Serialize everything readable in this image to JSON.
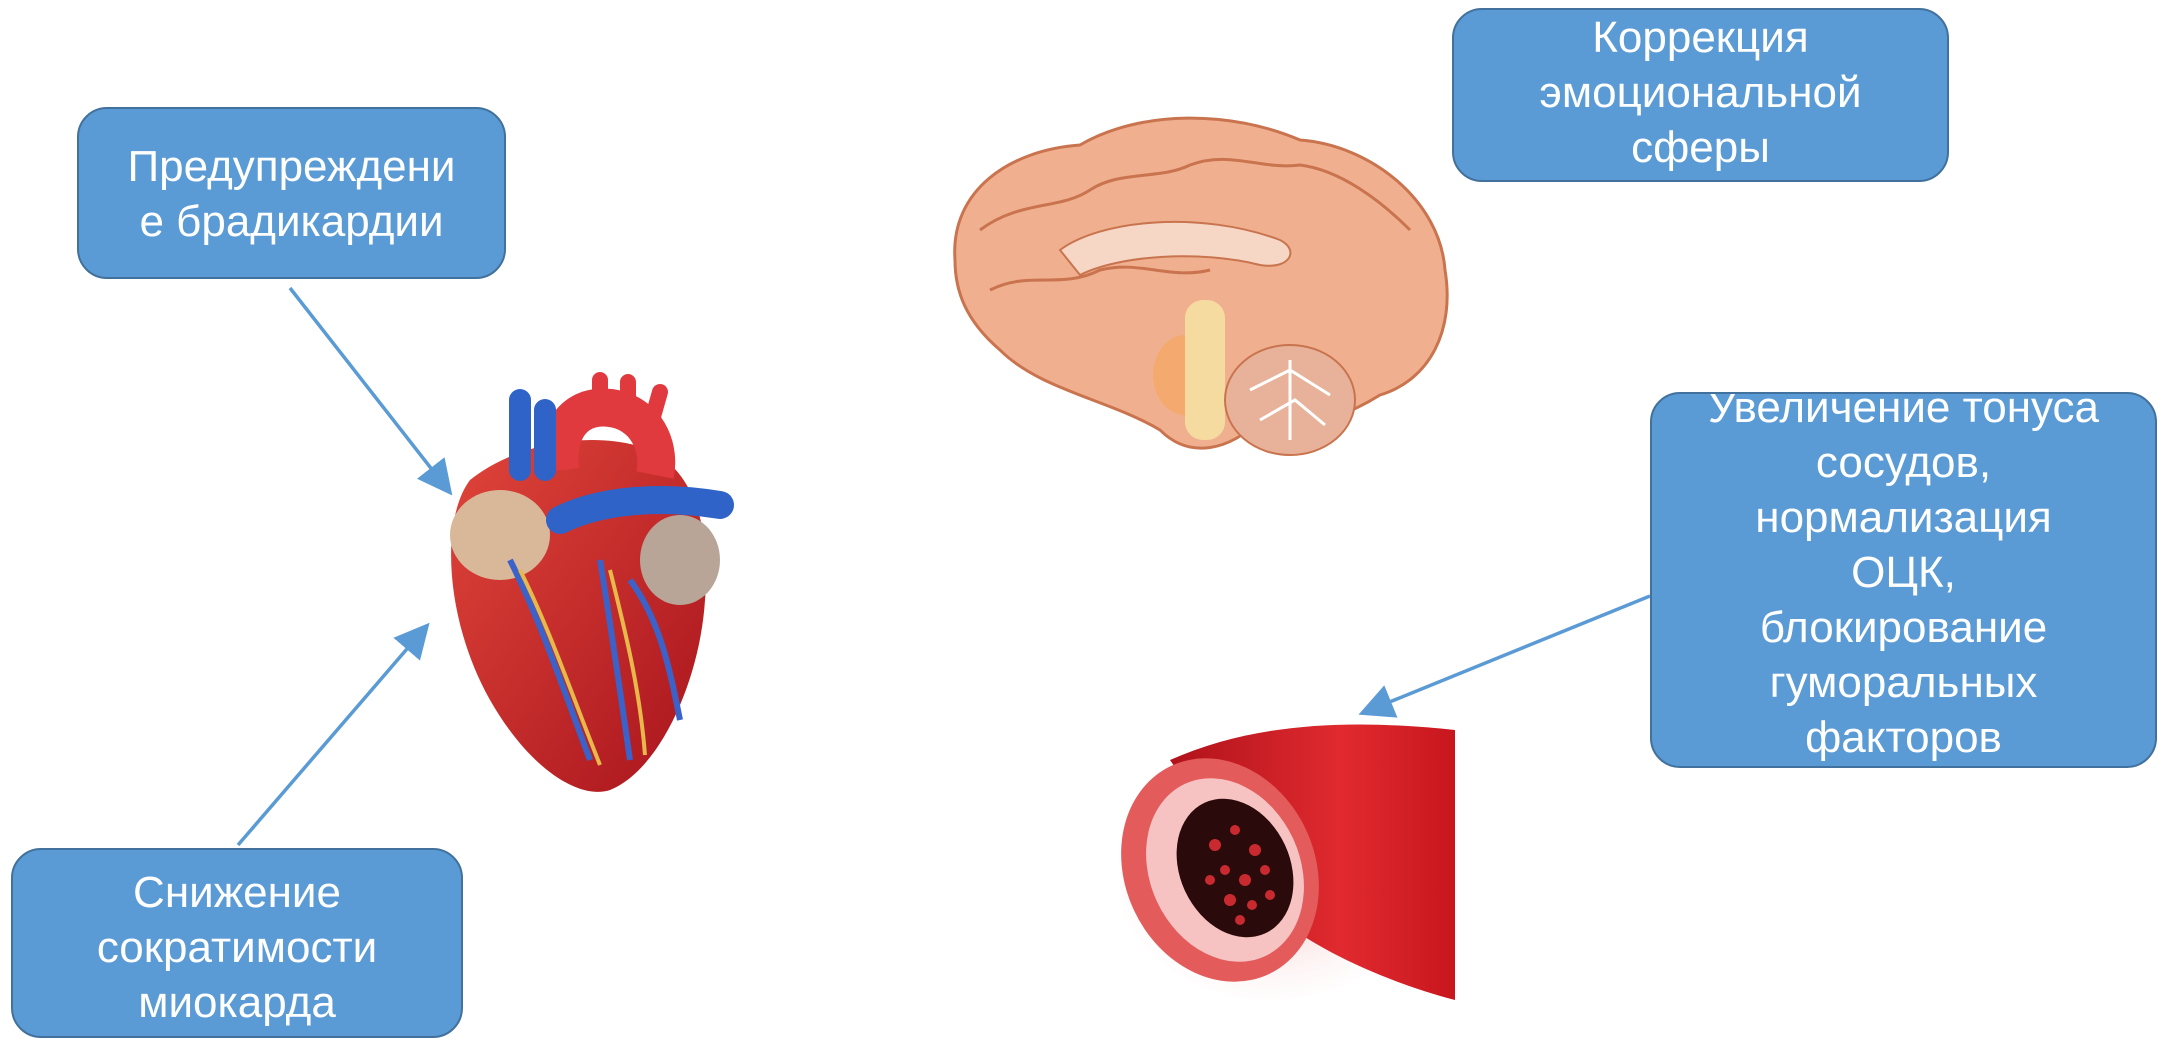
{
  "labels": {
    "bradycardia": "Предупреждени\nе брадикардии",
    "emotional": "Коррекция\nэмоциональной\nсферы",
    "vascular": "Увеличение тонуса\nсосудов,\nнормализация\nОЦК,\nблокирование\nгуморальных\nфакторов",
    "contractility": "Снижение\nсократимости\nмиокарда"
  },
  "colors": {
    "box_fill": "#5b9bd5",
    "box_border": "#41719c",
    "arrow": "#5b9bd5",
    "box_text": "#ffffff"
  },
  "illustrations": [
    "heart-image",
    "brain-image",
    "blood-vessel-image"
  ]
}
